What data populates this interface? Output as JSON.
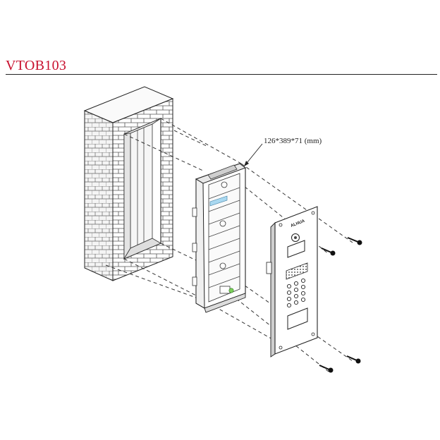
{
  "title": "VTOB103",
  "dimension_label": "126*389*71 (mm)",
  "panel_brand": "ALHUA",
  "colors": {
    "title": "#c8102e",
    "line": "#222222",
    "highlight_blue": "#a9d8f0",
    "highlight_green": "#7ccf5a"
  }
}
